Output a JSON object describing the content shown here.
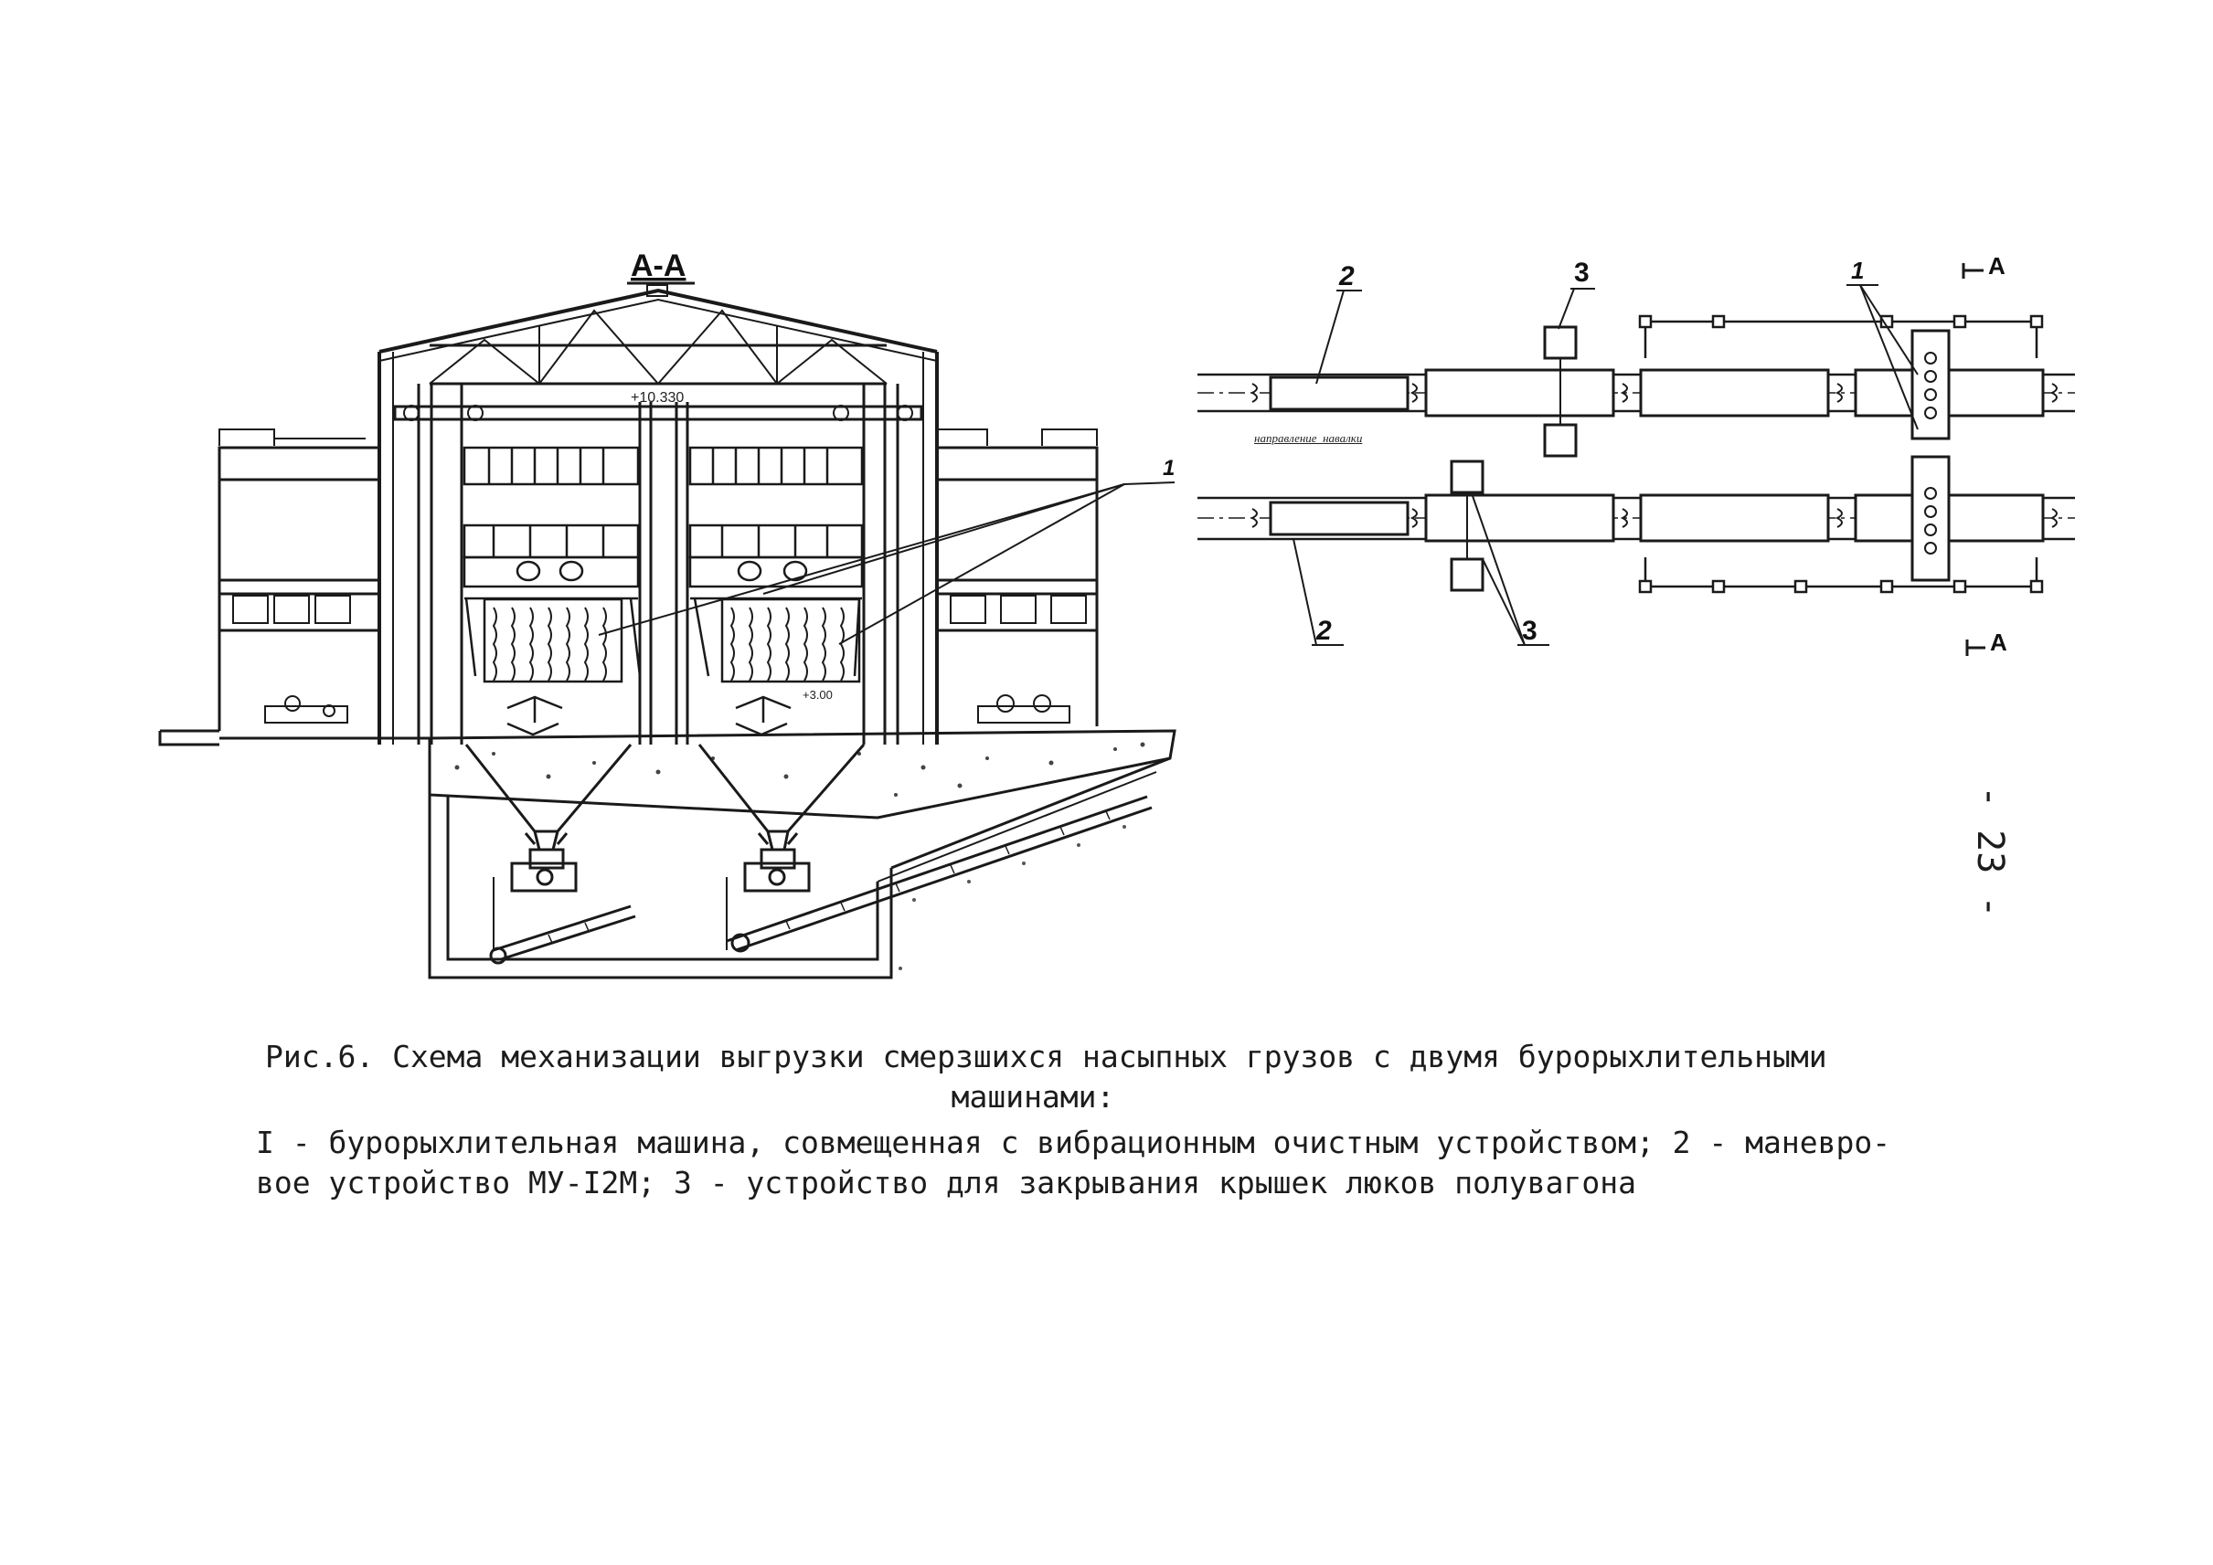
{
  "section_drawing": {
    "title": "А-А",
    "elevation_mark": "+10.330",
    "callout_1": "1",
    "small_mark": "+3.00"
  },
  "plan_drawing": {
    "callout_2_top": "2",
    "callout_3_top": "3",
    "callout_1": "1",
    "callout_2_bottom": "2",
    "callout_3_bottom": "3",
    "section_mark_top": "А",
    "section_mark_bottom": "А",
    "note": "направление_навалки"
  },
  "caption": {
    "title_line1": "Рис.6. Схема механизации выгрузки смерзшихся насыпных грузов с двумя бурорыхлительными",
    "title_line2": "машинами:",
    "legend_line1": "I - бурорыхлительная машина, совмещенная с вибрационным очистным устройством; 2 - маневро-",
    "legend_line2": "вое устройство МУ-I2М; 3 - устройство для закрывания крышек люков полувагона"
  },
  "page_number": "- 23 -"
}
